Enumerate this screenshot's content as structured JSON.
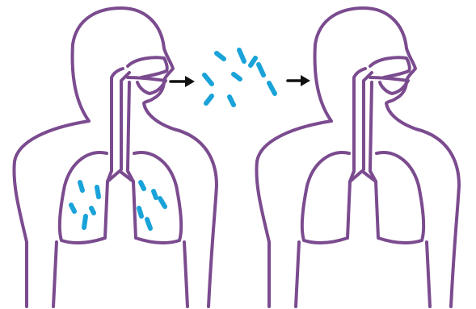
{
  "colors": {
    "outline": "#7b4b8f",
    "bacteria": "#1aa3d9",
    "arrow": "#111111",
    "background": "#ffffff"
  },
  "figures": [
    {
      "name": "infected-person",
      "lungs_contain_bacteria": true
    },
    {
      "name": "uninfected-person",
      "lungs_contain_bacteria": false
    }
  ],
  "airborne_bacteria_count": 9,
  "arrows": [
    {
      "direction": "right",
      "meaning": "exhaled"
    },
    {
      "direction": "right",
      "meaning": "inhaled"
    }
  ]
}
